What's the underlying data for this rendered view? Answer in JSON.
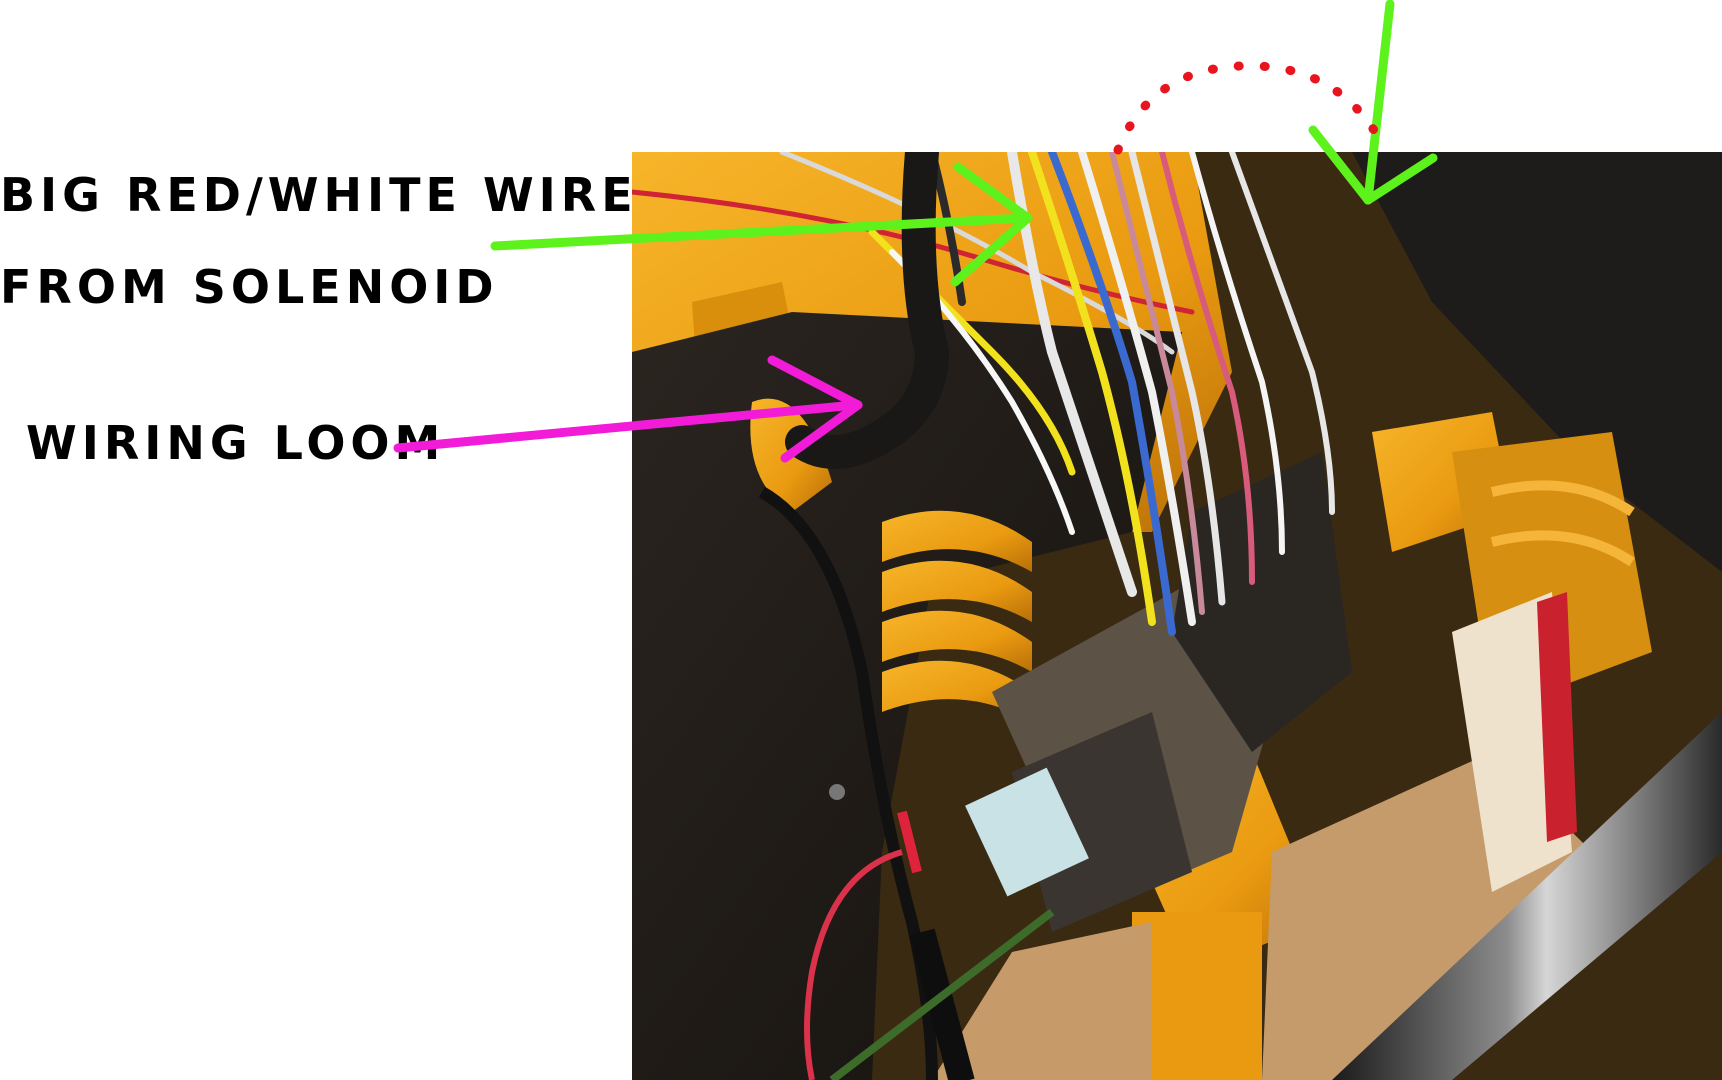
{
  "annotations": {
    "line1": "BIG RED/WHITE WIRE",
    "line2": "FROM SOLENOID",
    "loom": "WIRING LOOM"
  },
  "colors": {
    "callout_arrow": "#5ef21c",
    "loom_arrow": "#f21cd8",
    "dotted_arc": "#e8141e",
    "housing_yellow": "#f2a417",
    "panel_black": "#1b1713"
  }
}
